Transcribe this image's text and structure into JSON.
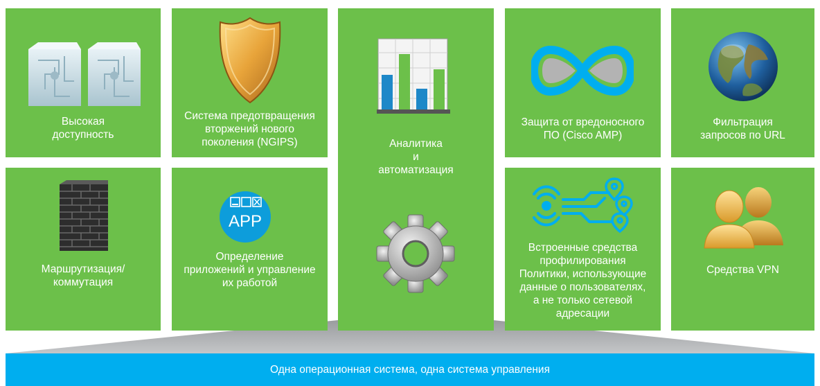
{
  "tiles": {
    "high_availability": "Высокая\nдоступность",
    "ngips": "Система предотвращения\nвторжений нового\nпоколения (NGIPS)",
    "analytics": "Аналитика\nи\nавтоматизация",
    "amp": "Защита от вредоносного\nПО (Cisco AMP)",
    "url_filtering": "Фильтрация\nзапросов по URL",
    "routing": "Маршрутизация/\nкоммутация",
    "app_control": "Определение\nприложений и управление\nих работой",
    "profiling": "Встроенные средства\nпрофилирования\nПолитики, использующие\nданные о пользователях,\nа не только сетевой\nадресации",
    "vpn": "Средства VPN"
  },
  "app_icon_text": "APP",
  "base_bar": "Одна операционная система, одна система управления",
  "colors": {
    "tile": "#6cc04a",
    "base_bar": "#00aeef",
    "slope": "#a7a9ac",
    "amp_icon": "#00aeef"
  },
  "icons": [
    "server-icon",
    "shield-icon",
    "bar-chart-icon",
    "infinity-icon",
    "globe-icon",
    "firewall-icon",
    "app-icon",
    "gear-icon",
    "circuit-icon",
    "users-icon"
  ]
}
